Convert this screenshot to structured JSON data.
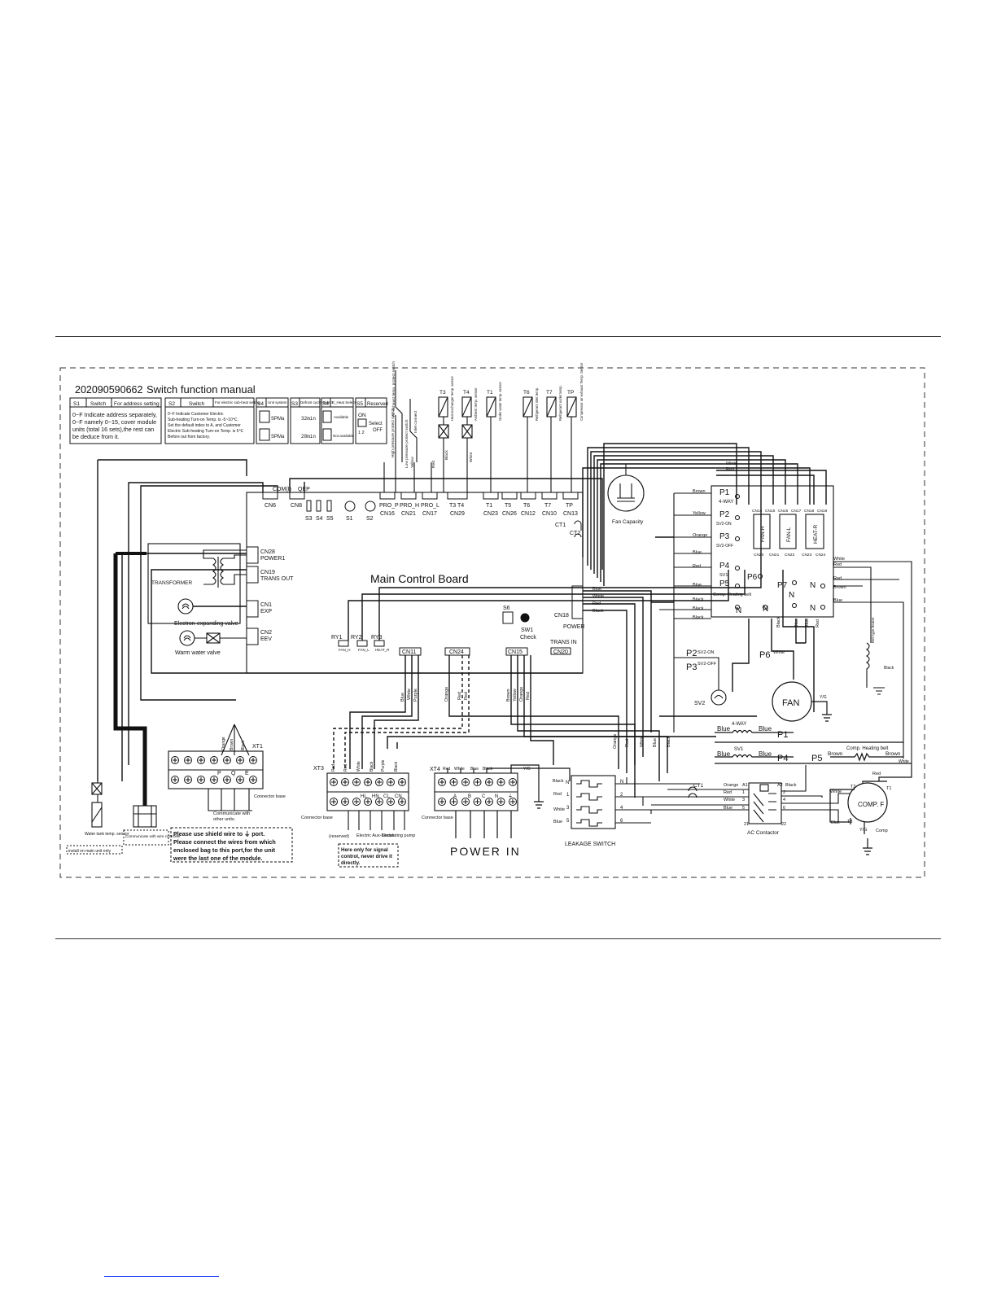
{
  "doc_id": "202090590662",
  "switch_manual_title": "Switch function manual",
  "switch_table": {
    "s1": {
      "id": "S1",
      "col": "Switch",
      "head": "For address setting",
      "text": [
        "0~F Indicate address separately,",
        "0~F namely 0~15, cover module",
        "units (total 16 sets),the rest can",
        "be deduce from it."
      ]
    },
    "s2": {
      "id": "S2",
      "col": "Switch",
      "head": "For electric sub-heat setting",
      "text": [
        "0~F Indicate Customer Electric",
        "Sub-heating Turn-on Temp. is -5~10℃.",
        "Set the default index to A, and Customer",
        "Electric Sub-heating Turn-on Temp. is 5℃",
        "Before out from factory."
      ]
    },
    "s4a": {
      "id": "S4",
      "head": "Unit system",
      "opt1": "SPMa",
      "opt2": "SPMa"
    },
    "s3": {
      "id": "S3",
      "head": "Defrost cycle Select",
      "opt1": "32min",
      "opt2": "28min"
    },
    "s4b": {
      "id": "S4",
      "head": "E_Heat Select",
      "opt1": "Available",
      "opt2": "Not available"
    },
    "s5": {
      "id": "S5",
      "head": "Reserved",
      "on": "ON",
      "sel": "Select",
      "off": "OFF",
      "nums": "1 2"
    }
  },
  "sensors_top": [
    "High pressure protect switch",
    "Low pressure protect switch",
    "Air exhaust temp. protect switch",
    "Inlet connect"
  ],
  "sensor_labels": {
    "t3": "T3",
    "t4": "T4",
    "t1": "T1",
    "t6": "T6",
    "t7": "T7",
    "tp": "TP",
    "t3_desc": "Heat exchanger temp. sensor",
    "t4_desc": "Ambient temp. sensor",
    "t1_desc": "Outlet water temp. sensor",
    "t6_desc": "Refrigerant inlet temp.",
    "t7_desc": "Refrigerant outlet temp.",
    "tp_desc": "Compressor air exhaust Temp. Sensor"
  },
  "wire_colors_top": [
    "Yellow",
    "Red",
    "Black",
    "White"
  ],
  "board": {
    "title": "Main Control Board",
    "top_connectors": [
      "CN6",
      "CN8",
      "S3",
      "S4",
      "S5",
      "S1",
      "S2",
      "CN16",
      "CN21",
      "CN17",
      "CN29",
      "CN23",
      "CN26",
      "CN12",
      "CN10",
      "CN13"
    ],
    "top_labels": [
      "COM(I)",
      "QEP",
      "PRO_P",
      "PRO_H",
      "PRO_L",
      "T3 T4",
      "T1",
      "T5",
      "T6",
      "T7",
      "TP"
    ],
    "left_labels": [
      "CN28",
      "POWER1",
      "CN19",
      "TRANS OUT",
      "CN1",
      "EXP",
      "CN2",
      "EEV"
    ],
    "right_labels": [
      "CT1",
      "CT2",
      "CN18",
      "POWER",
      "S6",
      "SW1",
      "Check",
      "TRANS IN"
    ],
    "bottom_labels": [
      "RY1",
      "RY2",
      "RY3",
      "FAN_H",
      "FAN_L",
      "HEAT_R",
      "CN11",
      "CN24",
      "CN15",
      "CN20"
    ]
  },
  "left_components": {
    "transformer": "TRANSFORMER",
    "exp_valve": "Electron-expanding  valve",
    "warm_valve": "Warm water valve"
  },
  "fan_capacity": "Fan Capacity",
  "relay_panel": {
    "rows": [
      {
        "color": "Brown",
        "p": "P1",
        "sub": "4-WAY"
      },
      {
        "color": "Yellow",
        "p": "P2",
        "sub": "SV2-ON"
      },
      {
        "color": "Orange",
        "p": "P3",
        "sub": "SV2-OFF"
      },
      {
        "color": "Blue",
        "p": "",
        "sub": ""
      },
      {
        "color": "Red",
        "p": "P4",
        "sub": "SV1"
      },
      {
        "color": "Blue",
        "p": "P5",
        "sub": "Comp. Heating belt"
      },
      {
        "color": "Black",
        "p": "",
        "sub": ""
      },
      {
        "color": "Black",
        "p": "",
        "sub": ""
      },
      {
        "color": "Black",
        "p": "",
        "sub": ""
      }
    ],
    "cn_top": [
      "CN14",
      "CN15",
      "CN16",
      "CN17",
      "CN18",
      "CN19"
    ],
    "cn_bottom": [
      "CN20",
      "CN21",
      "CN22",
      "CN23",
      "CN24"
    ],
    "relays": [
      "FAN-H",
      "FAN-L",
      "HEAT-R"
    ],
    "p6": "P6",
    "p7": "P7",
    "n": "N",
    "right_colors": [
      "White",
      "Red",
      "Red",
      "Brown",
      "Blue"
    ],
    "white_red": [
      "White",
      "Red"
    ]
  },
  "loads": {
    "p2": "P2",
    "p2_sub": "SV2-ON",
    "p3": "P3",
    "p3_sub": "SV2-OFF",
    "sv2": "SV2",
    "p6": "P6",
    "fan": "FAN",
    "yg": "Y/G",
    "fourway": "4-WAY",
    "p1": "P1",
    "sv1": "SV1",
    "p4": "P4",
    "p5": "P5",
    "heat_belt": "Comp. Heating belt",
    "belt_heater": "Belt type heater",
    "blue": "Blue",
    "brown": "Brown",
    "white": "White",
    "black": "Black",
    "red": "Red"
  },
  "bottom_wires": {
    "cn11": [
      "Blue",
      "White",
      "Purple"
    ],
    "cn24": [
      "Orange"
    ],
    "cn24b": [
      "Red",
      "Red"
    ],
    "cn15": [
      "Brown",
      "Yellow",
      "Orange",
      "Red"
    ],
    "mid": [
      "Orange",
      "Red",
      "White",
      "Blue",
      "Black"
    ]
  },
  "xt1": {
    "label": "XT1",
    "wires": [
      "Orange",
      "Brown",
      "Black"
    ],
    "terms": [
      "P",
      "Q",
      "E"
    ],
    "base": "Connector base",
    "note": [
      "Communicate with",
      "other units."
    ]
  },
  "xt3": {
    "label": "XT3",
    "wires": [
      "Red",
      "Red",
      "White",
      "Black",
      "Purple",
      "Black"
    ],
    "terms": [
      "HL",
      "HN",
      "CL",
      "CN"
    ],
    "base": "Connector base",
    "loads": [
      "(reserved)",
      "Electric Aux-heater",
      "Circulating pump"
    ]
  },
  "xt4": {
    "label": "XT4",
    "wires": [
      "Red",
      "White",
      "Blue",
      "Black",
      "Y/G"
    ],
    "terms": [
      "A",
      "B",
      "C",
      "N",
      "⏚"
    ],
    "base": "Connector base"
  },
  "power_in": "POWER  IN",
  "leakage": {
    "label": "LEAKAGE SWITCH",
    "colors": [
      "Black",
      "Red",
      "White",
      "Blue"
    ],
    "nums": [
      "N",
      "1",
      "3",
      "5"
    ],
    "outs": [
      "N",
      "2",
      "4",
      "6"
    ]
  },
  "contactor": {
    "label": "AC Contactor",
    "ct1": "CT1",
    "a1": "A1",
    "a2": "A2",
    "pins_l": [
      "1",
      "3",
      "5"
    ],
    "pins_r": [
      "2",
      "4",
      "6"
    ],
    "p21": "21",
    "p22": "22",
    "colors": [
      "Orange",
      "Red",
      "White",
      "Blue"
    ],
    "black": "Black"
  },
  "comp": {
    "label": "COMP. F",
    "t1": "T1",
    "t2": "T2",
    "t3": "T3",
    "comp": "Comp",
    "yg": "Y/G",
    "red": "Red",
    "white": "White",
    "blue": "Blue"
  },
  "left_bottom": {
    "water_sensor": "Water tank temp. sensor",
    "install_note": "install on main unit only",
    "wire_ctrl": "Communicate with wire controller",
    "shield_note": [
      "Please use shield wire to ⏚ port.",
      "Please connect the wires from which",
      "enclosed bag to this port,for the unit",
      "were the last one of the module."
    ],
    "signal_note": [
      "Here only for signal",
      "control, never drive it",
      "directly."
    ]
  }
}
